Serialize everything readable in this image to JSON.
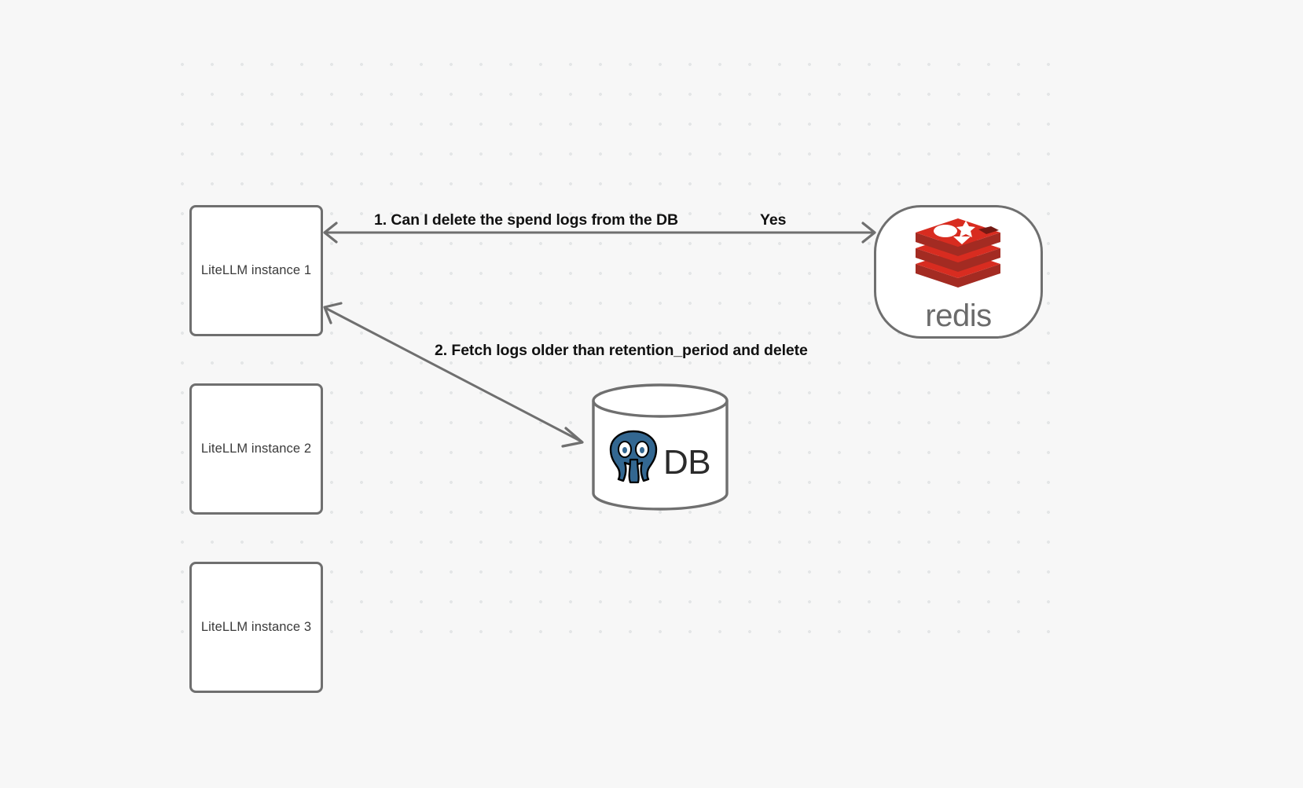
{
  "diagram": {
    "type": "architecture-flow",
    "background_color": "#f7f7f7",
    "grid": "dot-grid",
    "nodes": [
      {
        "id": "litellm1",
        "label": "LiteLLM instance 1",
        "shape": "rounded-rect"
      },
      {
        "id": "litellm2",
        "label": "LiteLLM instance 2",
        "shape": "rounded-rect"
      },
      {
        "id": "litellm3",
        "label": "LiteLLM instance 3",
        "shape": "rounded-rect"
      },
      {
        "id": "redis",
        "label": "redis",
        "shape": "stadium",
        "logo": "redis-logo",
        "brand_color": "#d82c20"
      },
      {
        "id": "postgres",
        "label": "DB",
        "shape": "cylinder",
        "logo": "postgresql-elephant-icon",
        "brand_color": "#336791"
      }
    ],
    "edges": [
      {
        "id": "edge-1",
        "from": "litellm1",
        "to": "redis",
        "label": "1.  Can I delete the spend logs from the DB",
        "direction": "bidirectional"
      },
      {
        "id": "edge-2",
        "from": "redis",
        "to": "litellm1",
        "label": "Yes",
        "direction": "to-source"
      },
      {
        "id": "edge-3",
        "from": "litellm1",
        "to": "postgres",
        "label": "2.  Fetch logs older than retention_period and delete",
        "direction": "bidirectional"
      }
    ],
    "colors": {
      "stroke": "#6f6f6f",
      "node_fill": "#ffffff",
      "label_text": "#111111",
      "node_text": "#3a3a3a",
      "dot": "#e4e6e7"
    }
  }
}
